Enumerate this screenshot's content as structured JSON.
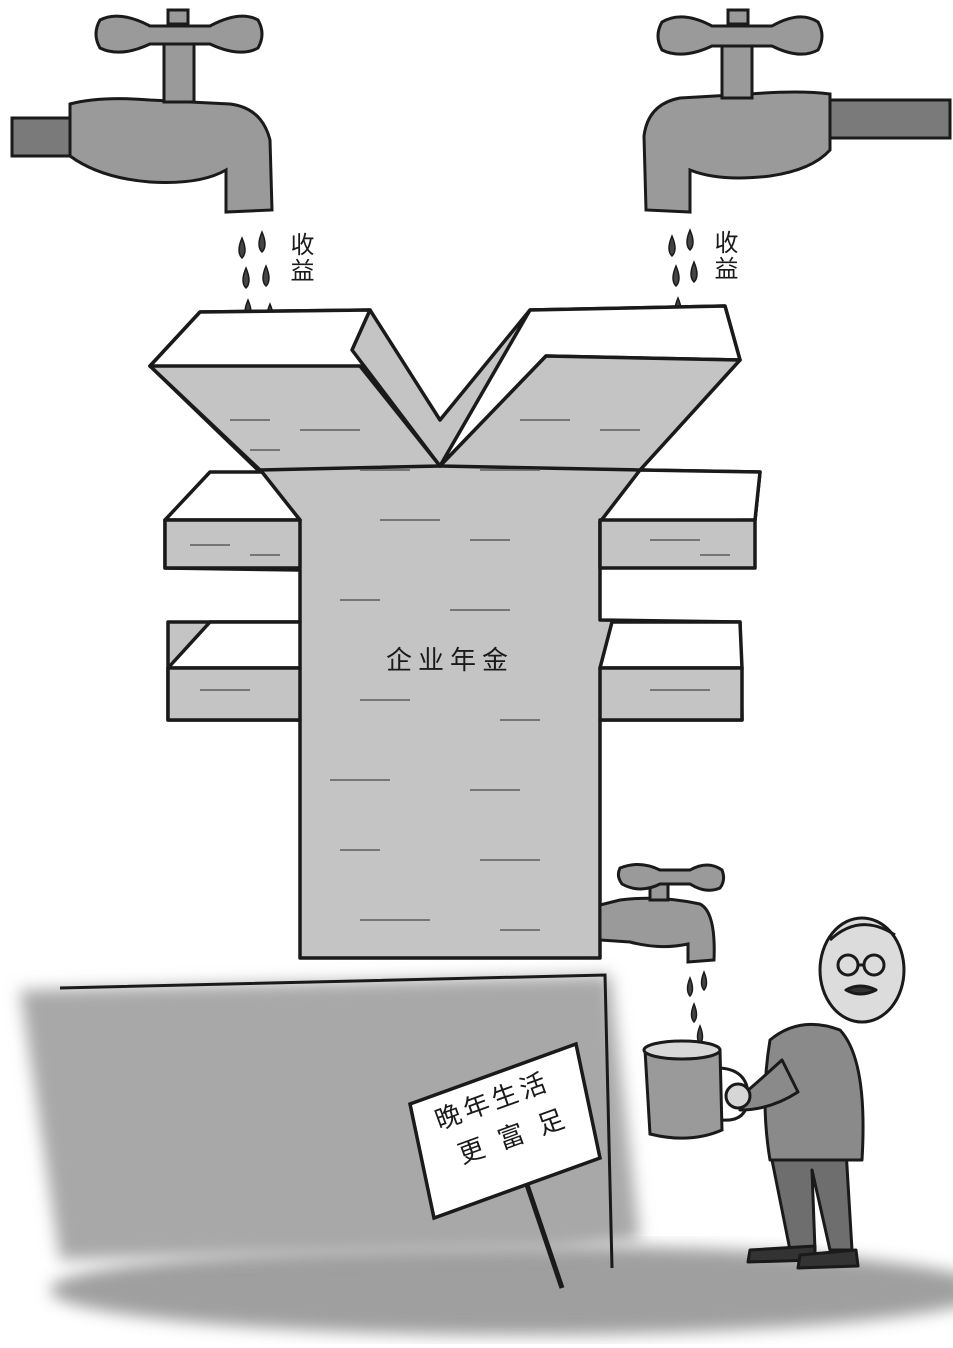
{
  "illustration": {
    "left_tap_label": "收益",
    "right_tap_label": "收益",
    "yuan_label": "企业年金",
    "sign_line1": "晚年生活",
    "sign_line2": "更 富 足",
    "palette": {
      "ink": "#1a1a1a",
      "fill": "#bdbdbd",
      "dark_fill": "#8f8f8f",
      "shadow": "#9a9a9a",
      "paper": "#ffffff"
    }
  }
}
